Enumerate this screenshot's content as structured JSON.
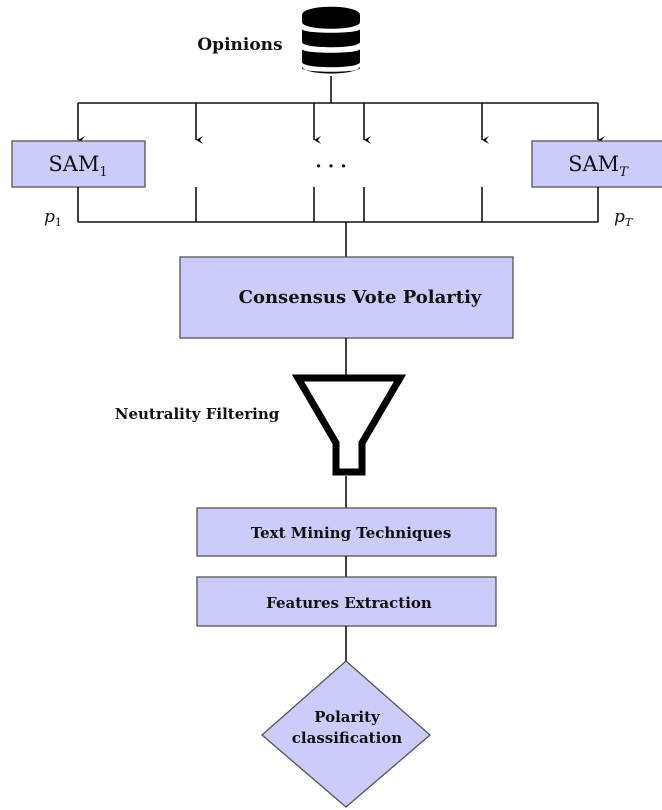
{
  "source": {
    "label": "Opinions",
    "icon": "database-icon"
  },
  "models": {
    "first": {
      "base": "SAM",
      "sub": "1"
    },
    "last": {
      "base": "SAM",
      "sub": "T"
    },
    "ellipsis": "· · ·",
    "first_weight": {
      "base": "p",
      "sub": "1"
    },
    "last_weight": {
      "base": "p",
      "sub": "T"
    }
  },
  "consensus": {
    "label": "Consensus Vote Polartiy"
  },
  "filter": {
    "label": "Neutrality Filtering",
    "icon": "funnel-icon"
  },
  "text_mining": {
    "label": "Text Mining Techniques"
  },
  "features": {
    "label": "Features Extraction"
  },
  "classification": {
    "line1": "Polarity",
    "line2": "classification"
  },
  "colors": {
    "box_fill": "#ccccfa",
    "box_stroke": "#555555",
    "line": "#111111"
  }
}
